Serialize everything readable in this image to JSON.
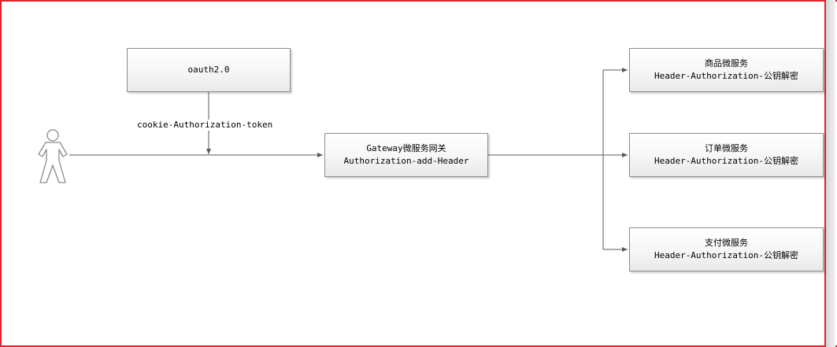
{
  "diagram": {
    "oauth": {
      "label": "oauth2.0"
    },
    "edge_label": "cookie-Authorization-token",
    "gateway": {
      "line1": "Gateway微服务网关",
      "line2": "Authorization-add-Header"
    },
    "services": [
      {
        "name": "商品微服务",
        "detail": "Header-Authorization-公钥解密"
      },
      {
        "name": "订单微服务",
        "detail": "Header-Authorization-公钥解密"
      },
      {
        "name": "支付微服务",
        "detail": "Header-Authorization-公钥解密"
      }
    ]
  },
  "colors": {
    "frame_border": "#e0202a",
    "connector": "#5a5a5a",
    "box_border": "#8c8c8c"
  },
  "icons": {
    "user": "user-icon"
  }
}
